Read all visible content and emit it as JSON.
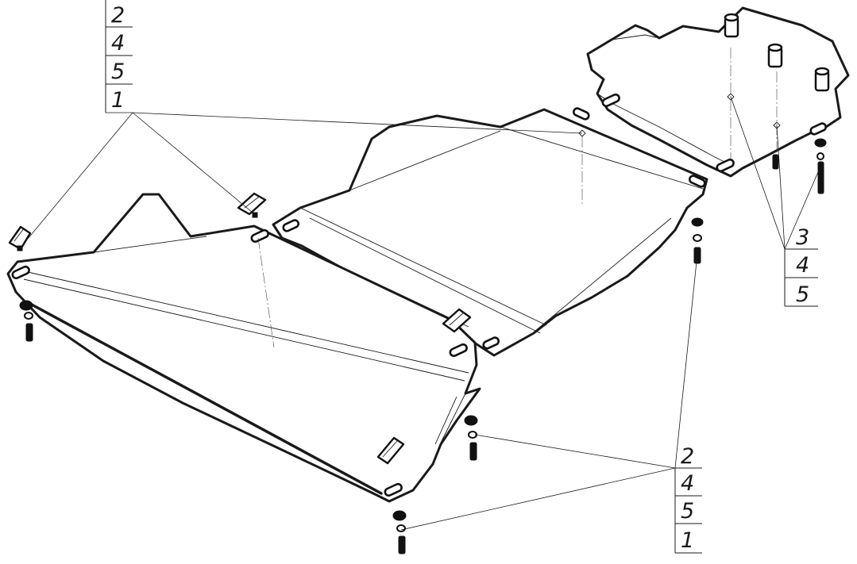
{
  "callouts": [
    {
      "id": "callout-top-left",
      "labels": [
        "2",
        "4",
        "5",
        "1"
      ]
    },
    {
      "id": "callout-right",
      "labels": [
        "3",
        "4",
        "5"
      ]
    },
    {
      "id": "callout-bottom",
      "labels": [
        "2",
        "4",
        "5",
        "1"
      ]
    }
  ],
  "colors": {
    "line": "#1a1a1a",
    "background": "#ffffff"
  }
}
